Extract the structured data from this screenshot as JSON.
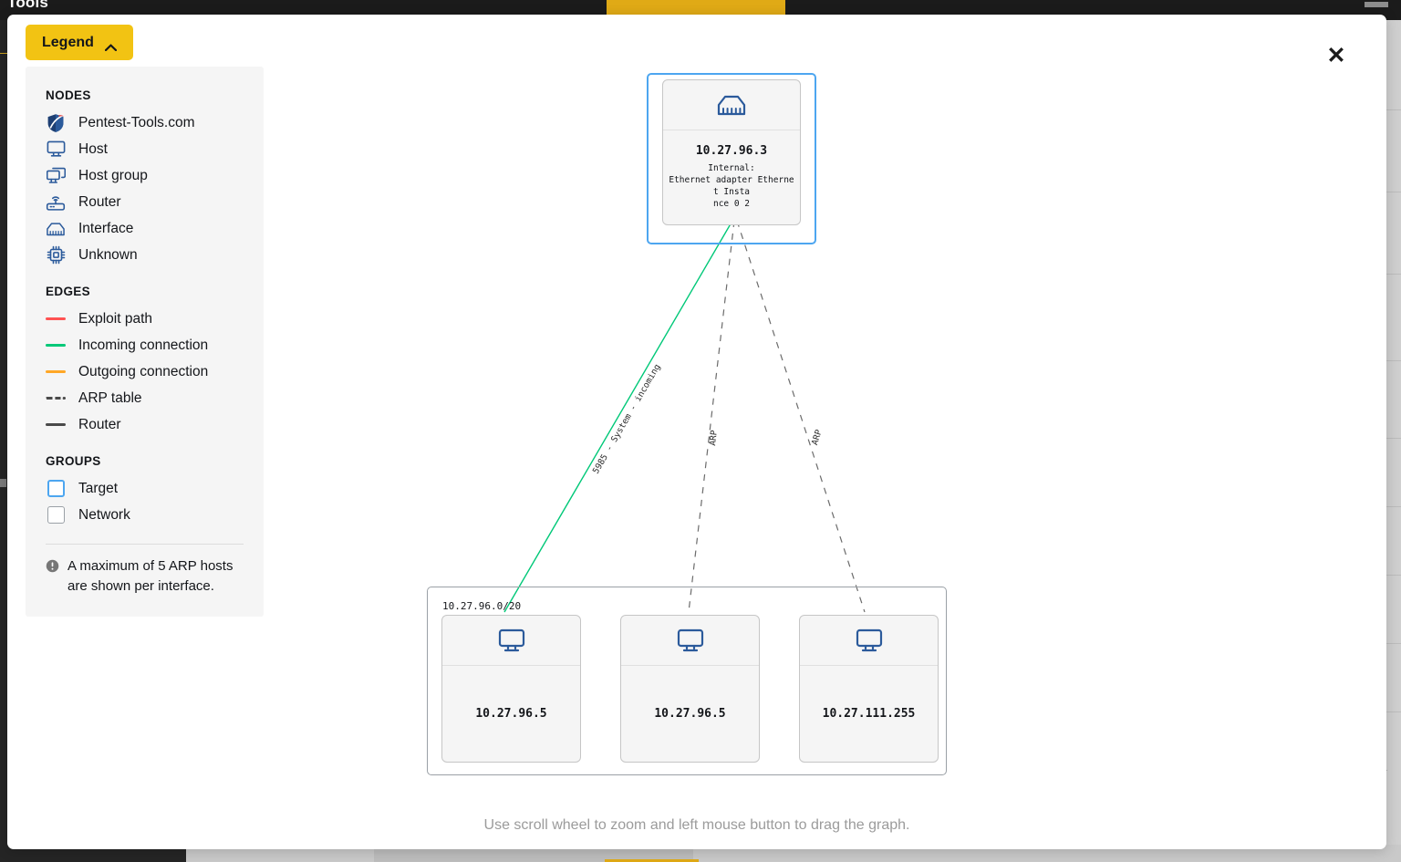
{
  "background": {
    "topbar_title": "Tools"
  },
  "modal": {
    "close_label": "✕",
    "hint": "Use scroll wheel to zoom and left mouse button to drag the graph."
  },
  "legend": {
    "button_label": "Legend",
    "sections": {
      "nodes_title": "NODES",
      "edges_title": "EDGES",
      "groups_title": "GROUPS"
    },
    "nodes": [
      {
        "label": "Pentest-Tools.com",
        "icon": "shield-icon"
      },
      {
        "label": "Host",
        "icon": "monitor-icon"
      },
      {
        "label": "Host group",
        "icon": "monitor-group-icon"
      },
      {
        "label": "Router",
        "icon": "router-icon"
      },
      {
        "label": "Interface",
        "icon": "ethernet-port-icon"
      },
      {
        "label": "Unknown",
        "icon": "chip-icon"
      }
    ],
    "edges": [
      {
        "label": "Exploit path",
        "color": "#ff5252",
        "style": "solid"
      },
      {
        "label": "Incoming connection",
        "color": "#00c878",
        "style": "solid"
      },
      {
        "label": "Outgoing connection",
        "color": "#ffa726",
        "style": "solid"
      },
      {
        "label": "ARP table",
        "color": "#4a4a4a",
        "style": "dashed"
      },
      {
        "label": "Router",
        "color": "#4a4a4a",
        "style": "solid"
      }
    ],
    "groups": [
      {
        "label": "Target",
        "color": "#4da6f0"
      },
      {
        "label": "Network",
        "color": "#9aa0a6"
      }
    ],
    "note": "A maximum of 5 ARP hosts are shown per interface."
  },
  "graph": {
    "groups": [
      {
        "name": "target-group",
        "label": "",
        "type": "target"
      },
      {
        "name": "network-group",
        "label": "10.27.96.0/20",
        "type": "network"
      }
    ],
    "nodes": [
      {
        "id": "iface",
        "icon": "ethernet-port-icon",
        "ip": "10.27.96.3",
        "sub": "Internal:\nEthernet adapter Ethernet Insta\nnce 0 2",
        "sub_line1": "Internal:",
        "sub_line2": "Ethernet adapter Ethernet Insta",
        "sub_line3": "nce 0 2"
      },
      {
        "id": "host1",
        "icon": "monitor-icon",
        "ip": "10.27.96.5",
        "sub": ""
      },
      {
        "id": "host2",
        "icon": "monitor-icon",
        "ip": "10.27.96.5",
        "sub": ""
      },
      {
        "id": "host3",
        "icon": "monitor-icon",
        "ip": "10.27.111.255",
        "sub": ""
      }
    ],
    "edges": [
      {
        "from": "iface",
        "to": "host1",
        "label": "5985 - System - incoming",
        "color": "#00c878",
        "style": "solid"
      },
      {
        "from": "iface",
        "to": "host2",
        "label": "ARP",
        "color": "#6b6b6b",
        "style": "dashed"
      },
      {
        "from": "iface",
        "to": "host3",
        "label": "ARP",
        "color": "#6b6b6b",
        "style": "dashed"
      }
    ]
  }
}
